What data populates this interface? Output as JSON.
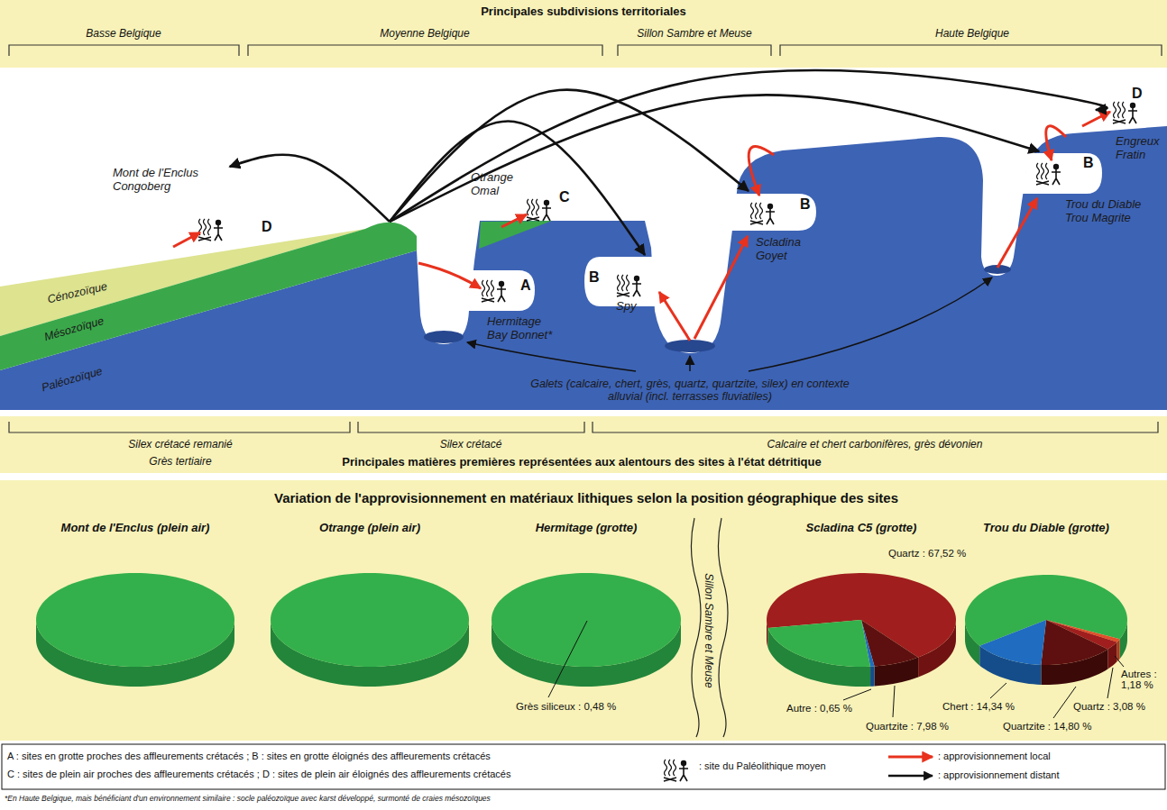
{
  "diagram": {
    "title": "Principales subdivisions territoriales",
    "nodes": [
      {
        "text": [
          "Mont de l'Enclus Congoberg",
          "D"
        ]
      },
      {
        "text": [
          "Mésozoïque"
        ]
      },
      {
        "text": [
          "Otrange Omal",
          "C"
        ]
      },
      {
        "text": [
          "A",
          "Hermitage Bay Bonnet*"
        ]
      },
      {
        "text": [
          "B",
          "Spy"
        ]
      },
      {
        "text": [
          "B",
          "Scladina Goyet"
        ]
      },
      {
        "text": [
          "B",
          "Trou du Diable Trou Magrite"
        ]
      },
      {
        "text": [
          "D",
          "Engreux Fratin"
        ]
      }
    ],
    "edges": [
      {
        "from": 1,
        "to": 0,
        "arrow": "to"
      },
      {
        "from": 1,
        "to": 4,
        "arrow": "to"
      },
      {
        "from": 1,
        "to": 5,
        "arrow": "to"
      },
      {
        "from": 1,
        "to": 6,
        "arrow": "to"
      },
      {
        "from": 1,
        "to": 7,
        "arrow": "to"
      }
    ],
    "labels": [
      "Basse Belgique",
      "Moyenne Belgique",
      "Sillon Sambre et Meuse",
      "Haute Belgique",
      "Cénozoïque",
      "Paléozoïque",
      "Galets (calcaire, chert, grès, quartz, quartzite, silex) en contexte alluvial (incl. terrasses fluviatiles)",
      "Silex crétacé remanié",
      "Grès tertiaire",
      "Silex crétacé",
      "Calcaire et chert carbonifères, grès dévonien",
      "Principales matières premières représentées aux alentours des sites à l'état détritique",
      "Variation de l'approvisionnement en matériaux lithiques selon la position géographique des sites",
      "Mont de l'Enclus (plein air)",
      "Otrange (plein air)",
      "Hermitage (grotte)",
      "Sillon Sambre et Meuse",
      "Scladina C5 (grotte)",
      "Trou du Diable (grotte)",
      "Grès siliceux : 0,48 %",
      "Quartz : 67,52 %",
      "Autre : 0,65 %",
      "Quartzite : 7,98 %",
      "Chert : 14,34 %",
      "Quartzite : 14,80 %",
      "Quartz : 3,08 %",
      "Autres : 1,18 %",
      "A : sites en grotte proches des affleurements crétacés ; B : sites en grotte éloignés des affleurements crétacés",
      "C : sites de plein air proches des affleurements crétacés ; D : sites de plein air éloignés des affleurements crétacés",
      "*En Haute Belgique, mais bénéficiant d'un environnement similaire : socle paléozoïque avec karst développé, surmonté de craies mésozoïques"
    ],
    "legend": [
      {
        "text": ": site du Paléolithique moyen"
      },
      {
        "text": ": approvisionnement local"
      },
      {
        "text": ": approvisionnement distant"
      }
    ]
  }
}
